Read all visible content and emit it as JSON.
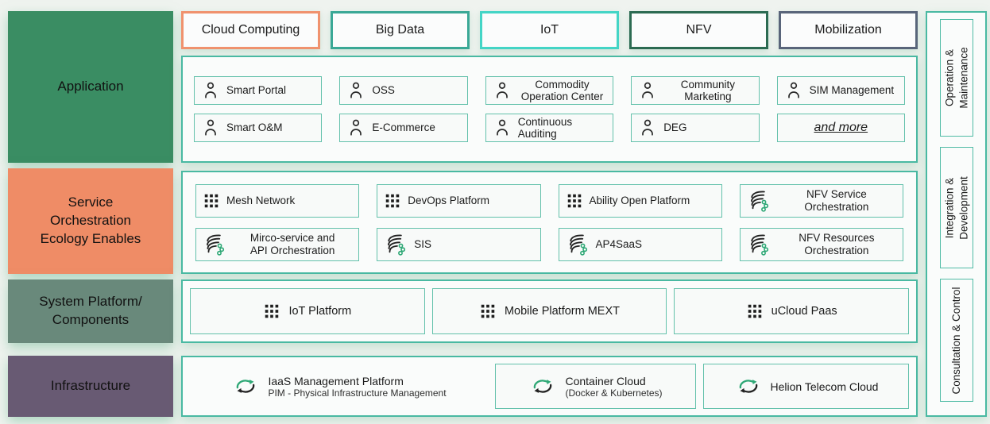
{
  "palette": {
    "application_block": "#3a8d63",
    "service_block": "#ef8c66",
    "system_block": "#69897b",
    "infrastructure_block": "#685a73",
    "container_border": "#49b9a2",
    "item_border": "#63c1ab",
    "cloud_computing_border": "#f0926e",
    "big_data_border": "#3aa896",
    "iot_border": "#44d5c6",
    "nfv_border": "#2c6b52",
    "mobilization_border": "#59657a",
    "icon_green": "#2fa876"
  },
  "left_rail": {
    "items": [
      {
        "label": "Application"
      },
      {
        "label": "Service\nOrchestration\nEcology Enables"
      },
      {
        "label": "System Platform/\nComponents"
      },
      {
        "label": "Infrastructure"
      }
    ]
  },
  "top_row": {
    "items": [
      {
        "label": "Cloud Computing"
      },
      {
        "label": "Big Data"
      },
      {
        "label": "IoT"
      },
      {
        "label": "NFV"
      },
      {
        "label": "Mobilization"
      }
    ]
  },
  "application": {
    "items": [
      {
        "label": "Smart Portal",
        "icon": "person"
      },
      {
        "label": "OSS",
        "icon": "person"
      },
      {
        "label": "Commodity\nOperation Center",
        "icon": "person"
      },
      {
        "label": "Community\nMarketing",
        "icon": "person"
      },
      {
        "label": "SIM Management",
        "icon": "person"
      },
      {
        "label": "Smart O&M",
        "icon": "person"
      },
      {
        "label": "E-Commerce",
        "icon": "person"
      },
      {
        "label": "Continuous Auditing",
        "icon": "person"
      },
      {
        "label": "DEG",
        "icon": "person"
      },
      {
        "label": "and more",
        "icon": "none"
      }
    ]
  },
  "service_orchestration": {
    "items": [
      {
        "label": "Mesh Network",
        "icon": "grid"
      },
      {
        "label": "DevOps Platform",
        "icon": "grid"
      },
      {
        "label": "Ability Open Platform",
        "icon": "grid"
      },
      {
        "label": "NFV Service\nOrchestration",
        "icon": "orchestration"
      },
      {
        "label": "Mirco-service and\nAPI Orchestration",
        "icon": "orchestration"
      },
      {
        "label": "SIS",
        "icon": "orchestration"
      },
      {
        "label": "AP4SaaS",
        "icon": "orchestration"
      },
      {
        "label": "NFV Resources\nOrchestration",
        "icon": "orchestration"
      }
    ]
  },
  "system_platform": {
    "items": [
      {
        "label": "IoT Platform",
        "icon": "grid"
      },
      {
        "label": "Mobile Platform MEXT",
        "icon": "grid"
      },
      {
        "label": "uCloud Paas",
        "icon": "grid"
      }
    ]
  },
  "infrastructure": {
    "items": [
      {
        "label": "IaaS Management Platform",
        "sublabel": "PIM - Physical Infrastructure Management",
        "icon": "cloud-sync"
      },
      {
        "label": "Container Cloud",
        "sublabel": "(Docker & Kubernetes)",
        "icon": "cloud-sync"
      },
      {
        "label": "Helion Telecom Cloud",
        "icon": "cloud-sync"
      }
    ]
  },
  "right_rail": {
    "items": [
      {
        "label": "Operation &\nMaintenance"
      },
      {
        "label": "Integration &\nDevelopment"
      },
      {
        "label": "Consultation & Control"
      }
    ]
  }
}
